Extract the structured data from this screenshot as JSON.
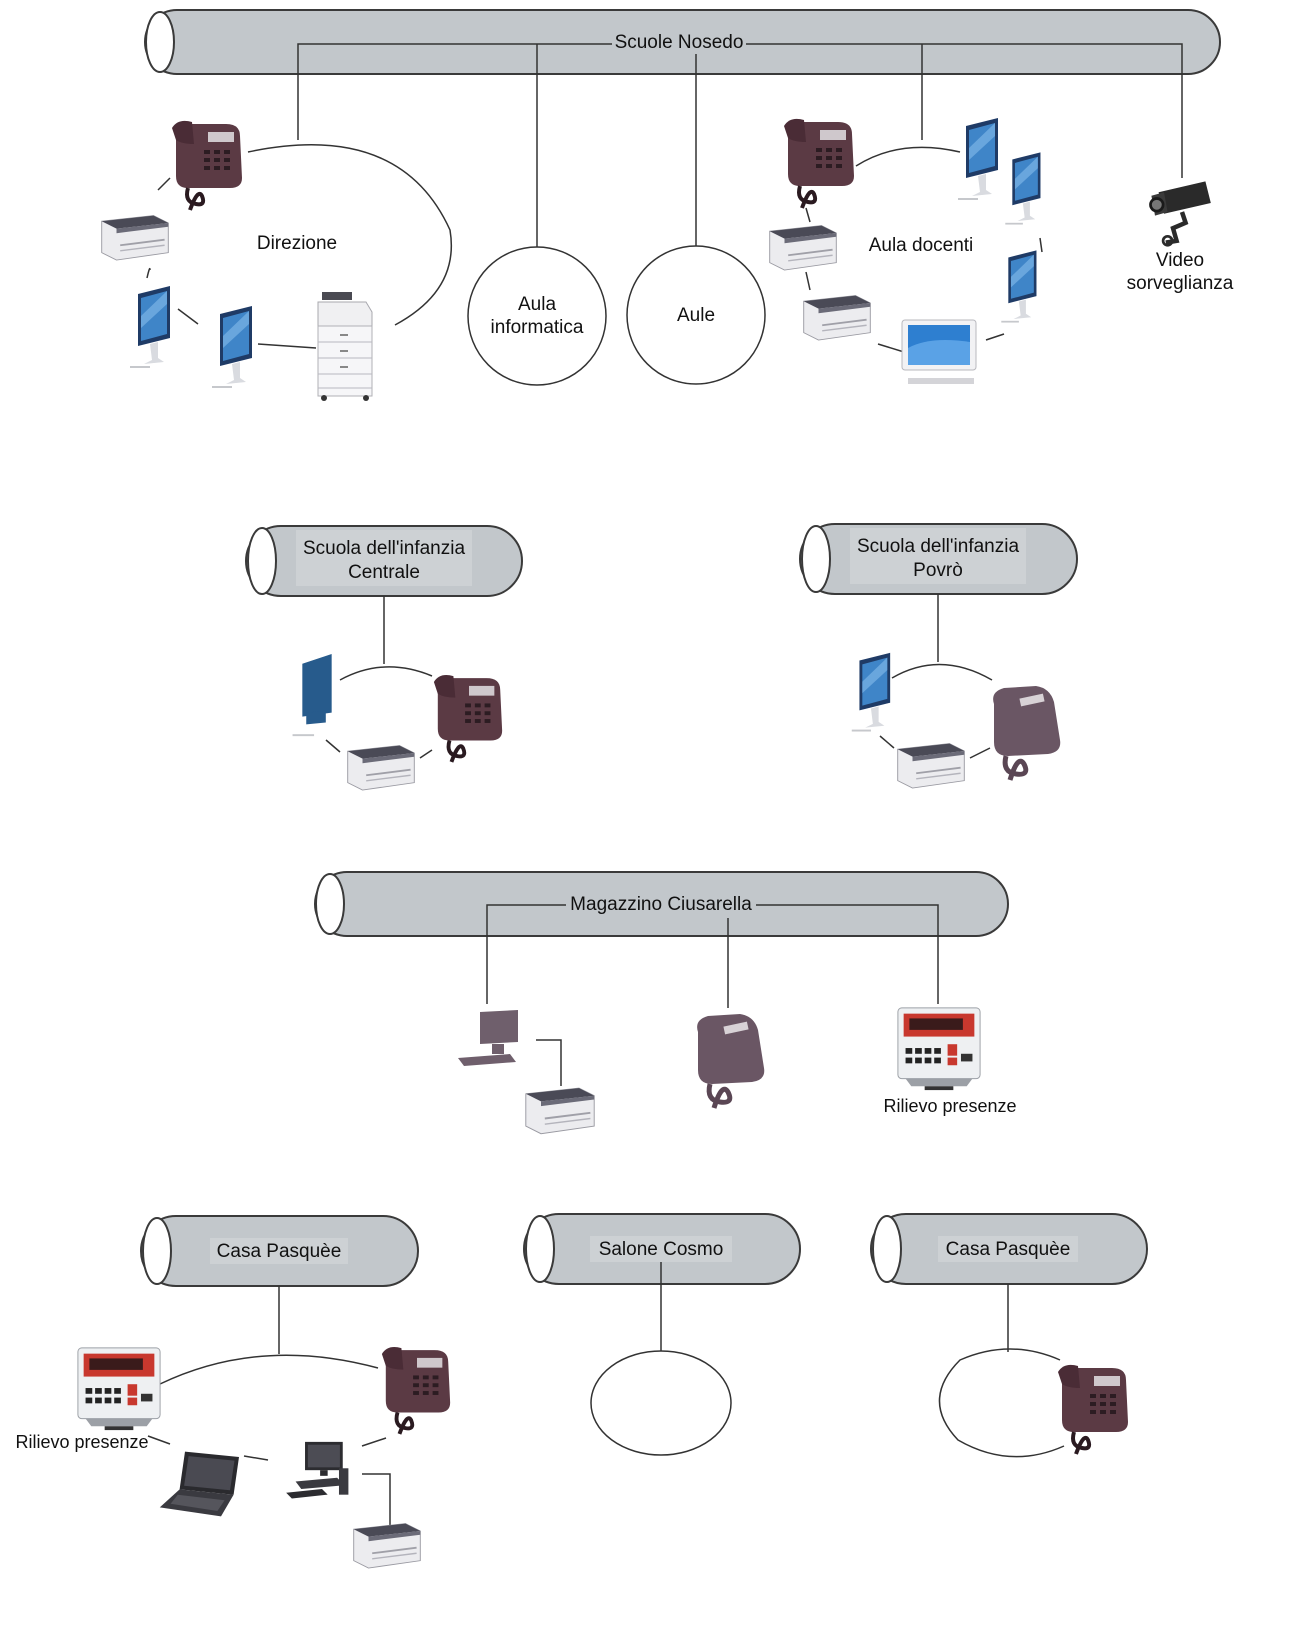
{
  "networks": {
    "nosedo": {
      "name": "Scuole Nosedo",
      "direzione": "Direzione",
      "aula_informatica": [
        "Aula",
        "informatica"
      ],
      "aule": "Aule",
      "aula_docenti": "Aula docenti",
      "video": [
        "Video",
        "sorveglianza"
      ]
    },
    "centrale": {
      "name": [
        "Scuola dell'infanzia",
        "Centrale"
      ]
    },
    "povro": {
      "name": [
        "Scuola dell'infanzia",
        "Povrò"
      ]
    },
    "ciusarella": {
      "name": "Magazzino Ciusarella",
      "rilievo": "Rilievo presenze"
    },
    "pasquee1": {
      "name": "Casa Pasquèe",
      "rilievo": "Rilievo presenze"
    },
    "cosmo": {
      "name": "Salone Cosmo"
    },
    "pasquee2": {
      "name": "Casa Pasquèe"
    }
  },
  "icons": {
    "phone": "phone-icon",
    "printer": "printer-icon",
    "monitor": "monitor-icon",
    "copier": "copier-icon",
    "camera": "camera-icon",
    "clock": "time-clock-icon",
    "laptop": "laptop-icon",
    "workstation": "workstation-icon"
  },
  "colors": {
    "pipe": "#c2c7cb",
    "pipe_stroke": "#3a3a3a",
    "phone_dark": "#5b3a44",
    "phone_light": "#6a5664",
    "screen": "#2f6fb3",
    "clock_red": "#c8382e"
  }
}
